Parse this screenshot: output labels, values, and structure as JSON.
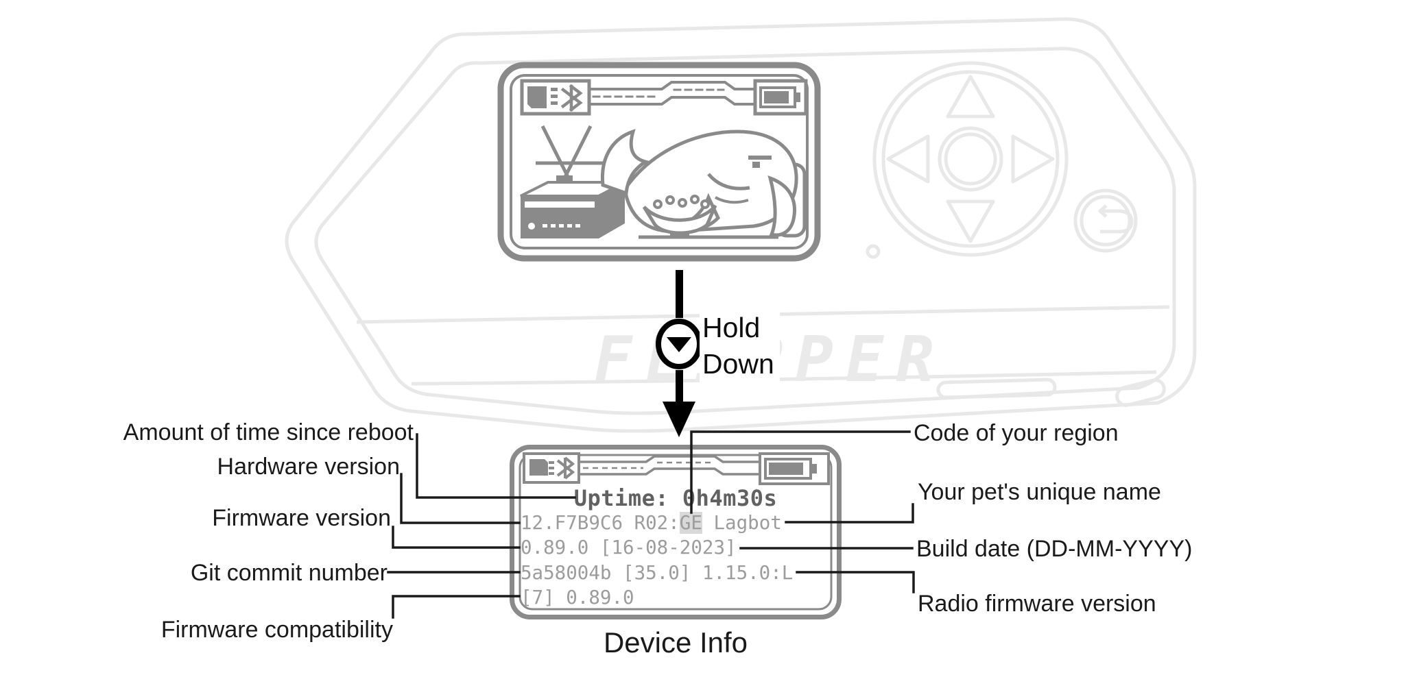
{
  "diagram": {
    "watermark": "FLIPPER",
    "caption": "Device Info",
    "action": {
      "line1": "Hold",
      "line2": "Down",
      "button_icon": "down-button"
    }
  },
  "top_screen": {
    "scene": "dolphin watching TV with bowl of food",
    "status_icons": [
      "sd-card",
      "bluetooth",
      "battery-full"
    ]
  },
  "device_info": {
    "status_icons": [
      "sd-card",
      "bluetooth",
      "battery-full"
    ],
    "uptime": "Uptime: 0h4m30s",
    "line2_prefix": "12.F7B9C6 R02:",
    "region_code": "GE",
    "line2_suffix": " Lagbot",
    "line3": "0.89.0 [16-08-2023]",
    "line4": "5a58004b [35.0] 1.15.0:L",
    "line5": "[7] 0.89.0"
  },
  "annotations": {
    "left": [
      "Amount of time since reboot",
      "Hardware version",
      "Firmware version",
      "Git commit number",
      "Firmware compatibility"
    ],
    "right": [
      "Code of your region",
      "Your pet's unique name",
      "Build date (DD-MM-YYYY)",
      "Radio firmware version"
    ]
  },
  "colors": {
    "screen_gray": "#8a8a8a",
    "info_text_gray": "#9c9c9c",
    "uptime_gray": "#616161",
    "annotation_black": "#1a1a1a",
    "ghost_outline": "#e8e8e8",
    "region_highlight": "#d9d9d9"
  }
}
